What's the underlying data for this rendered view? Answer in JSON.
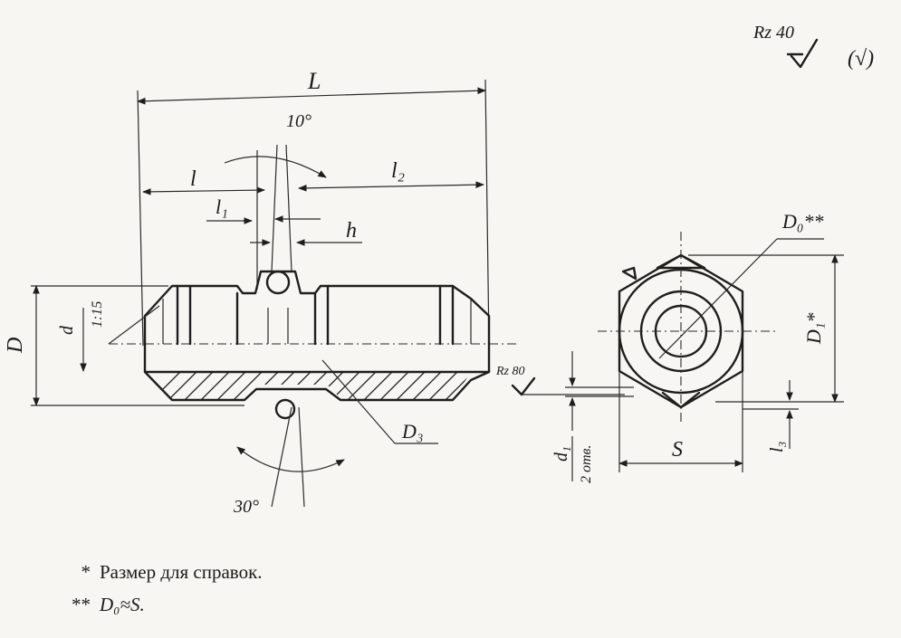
{
  "roughness": {
    "general": "Rz 40",
    "other": "(√)",
    "surface": "Rz 80"
  },
  "labels": {
    "L": "L",
    "angle_10": "10°",
    "l": "l",
    "l2": "l₂",
    "l1": "l₁",
    "h": "h",
    "D": "D",
    "d": "d",
    "thread_115": "1:15",
    "D3": "D₃",
    "angle_30": "30°",
    "D0": "D₀**",
    "D1": "D₁*",
    "d1": "d₁",
    "d1_sub": "2 отв.",
    "S": "S",
    "l3": "l₃"
  },
  "notes": {
    "note1_mark": "*",
    "note1_text": "Размер для справок.",
    "note2_mark": "**",
    "note2_text": "D₀≈S."
  }
}
